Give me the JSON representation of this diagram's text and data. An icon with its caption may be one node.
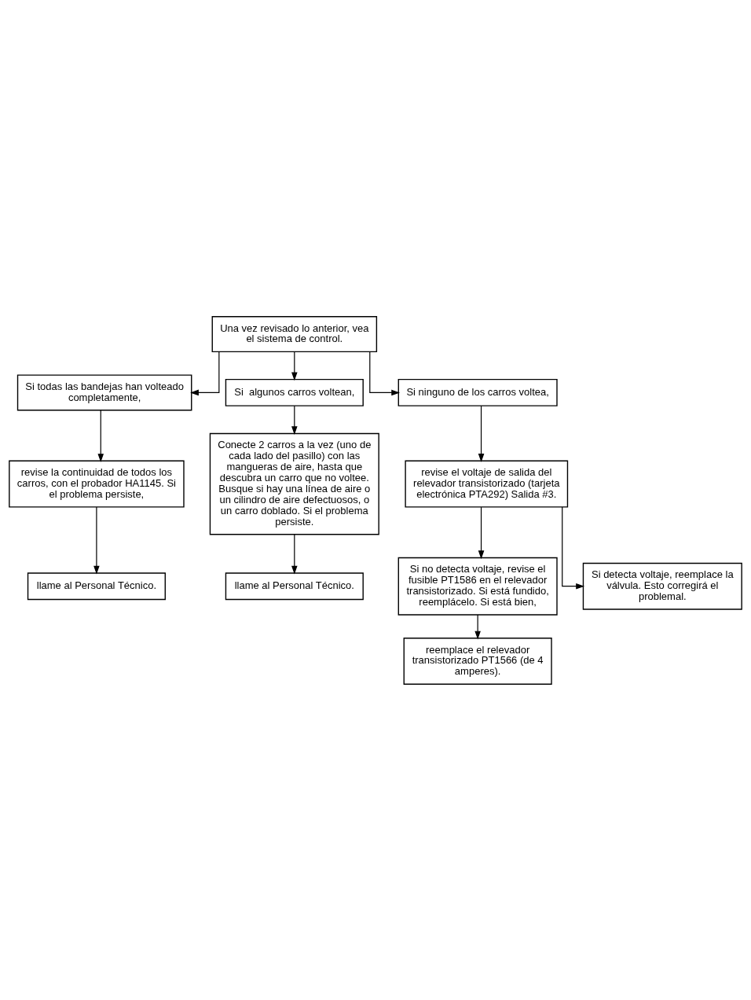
{
  "diagram": {
    "nodes": [
      {
        "text": [
          "Una vez revisado lo anterior, vea el sistema de control."
        ]
      },
      {
        "text": [
          "Si todas las bandejas han volteado completamente,"
        ]
      },
      {
        "text": [
          "revise la continuidad de todos los carros, con el probador HA1145. Si el problema persiste,"
        ]
      },
      {
        "text": [
          "llame al Personal Técnico."
        ]
      },
      {
        "text": [
          "Si  algunos carros voltean,"
        ]
      },
      {
        "text": [
          "Conecte 2 carros a la vez (uno de cada lado del pasillo) con las mangueras de aire, hasta que descubra un carro que no voltee. Busque si hay una línea de aire o un cilindro de aire defectuosos, o un carro doblado. Si el problema persiste."
        ]
      },
      {
        "text": [
          "llame al Personal Técnico."
        ]
      },
      {
        "text": [
          "Si ninguno de los carros voltea,"
        ]
      },
      {
        "text": [
          "revise el voltaje de salida del relevador transistorizado (tarjeta electrónica PTA292) Salida #3."
        ]
      },
      {
        "text": [
          "Si no detecta voltaje, revise el fusible PT1586 en el relevador transistorizado. Si está fundido, reemplácelo. Si está bien,"
        ]
      },
      {
        "text": [
          "reemplace el relevador transistorizado PT1566 (de 4 amperes)."
        ]
      },
      {
        "text": [
          "Si detecta voltaje, reemplace la válvula. Esto corregirá el problemal."
        ]
      }
    ],
    "edges": [
      {
        "from": 0,
        "to": 1,
        "arrow": "to"
      },
      {
        "from": 0,
        "to": 4,
        "arrow": "to"
      },
      {
        "from": 0,
        "to": 7,
        "arrow": "to"
      },
      {
        "from": 1,
        "to": 2,
        "arrow": "to"
      },
      {
        "from": 2,
        "to": 3,
        "arrow": "to"
      },
      {
        "from": 4,
        "to": 5,
        "arrow": "to"
      },
      {
        "from": 5,
        "to": 6,
        "arrow": "to"
      },
      {
        "from": 7,
        "to": 8,
        "arrow": "to"
      },
      {
        "from": 8,
        "to": 9,
        "arrow": "to"
      },
      {
        "from": 9,
        "to": 10,
        "arrow": "to"
      },
      {
        "from": 8,
        "to": 11,
        "arrow": "to"
      }
    ]
  }
}
